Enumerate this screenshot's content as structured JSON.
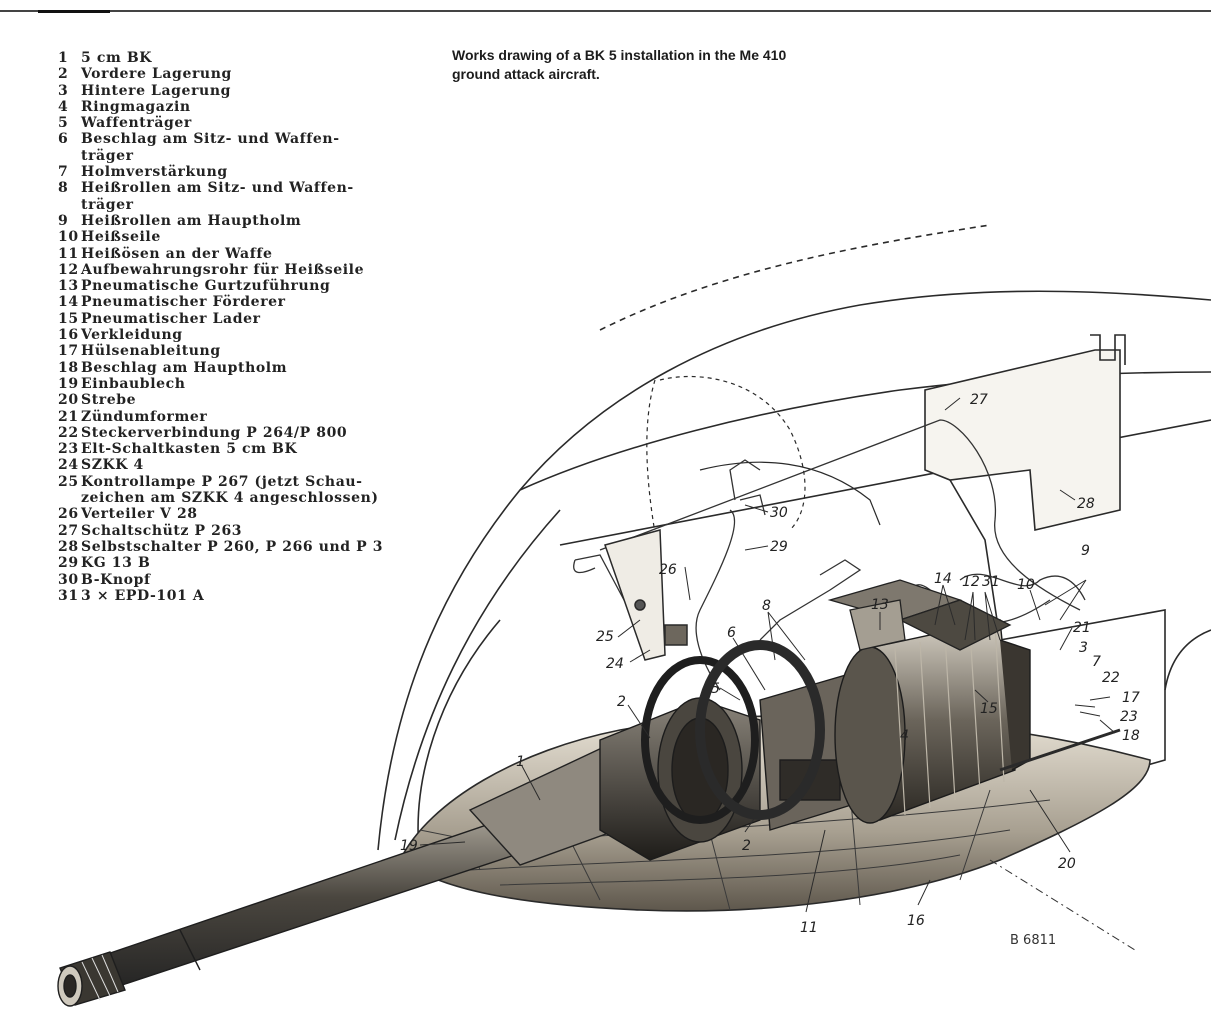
{
  "legend": [
    {
      "num": "1",
      "text": "5 cm BK"
    },
    {
      "num": "2",
      "text": "Vordere Lagerung"
    },
    {
      "num": "3",
      "text": "Hintere Lagerung"
    },
    {
      "num": "4",
      "text": "Ringmagazin"
    },
    {
      "num": "5",
      "text": "Waffenträger"
    },
    {
      "num": "6",
      "text": "Beschlag am Sitz- und Waffen-"
    },
    {
      "num": "",
      "text": "träger"
    },
    {
      "num": "7",
      "text": "Holmverstärkung"
    },
    {
      "num": "8",
      "text": "Heißrollen am Sitz- und Waffen-"
    },
    {
      "num": "",
      "text": "träger"
    },
    {
      "num": "9",
      "text": "Heißrollen am Hauptholm"
    },
    {
      "num": "10",
      "text": "Heißseile"
    },
    {
      "num": "11",
      "text": "Heißösen an der Waffe"
    },
    {
      "num": "12",
      "text": "Aufbewahrungsrohr für Heißseile"
    },
    {
      "num": "13",
      "text": "Pneumatische Gurtzuführung"
    },
    {
      "num": "14",
      "text": "Pneumatischer Förderer"
    },
    {
      "num": "15",
      "text": "Pneumatischer Lader"
    },
    {
      "num": "16",
      "text": "Verkleidung"
    },
    {
      "num": "17",
      "text": "Hülsenableitung"
    },
    {
      "num": "18",
      "text": "Beschlag am Hauptholm"
    },
    {
      "num": "19",
      "text": "Einbaublech"
    },
    {
      "num": "20",
      "text": "Strebe"
    },
    {
      "num": "21",
      "text": "Zündumformer"
    },
    {
      "num": "22",
      "text": "Steckerverbindung P 264/P 800"
    },
    {
      "num": "23",
      "text": "Elt-Schaltkasten 5 cm BK"
    },
    {
      "num": "24",
      "text": "SZKK 4"
    },
    {
      "num": "25",
      "text": "Kontrollampe P 267 (jetzt Schau-"
    },
    {
      "num": "",
      "text": "zeichen am SZKK 4 angeschlossen)"
    },
    {
      "num": "26",
      "text": "Verteiler V 28"
    },
    {
      "num": "27",
      "text": "Schaltschütz P 263"
    },
    {
      "num": "28",
      "text": "Selbstschalter P 260, P 266 und P 3"
    },
    {
      "num": "29",
      "text": "KG 13 B"
    },
    {
      "num": "30",
      "text": "B-Knopf"
    },
    {
      "num": "31",
      "text": "3 × EPD-101 A"
    }
  ],
  "caption": {
    "line1": "Works drawing of a BK 5 installation in the Me 410",
    "line2": "ground attack aircraft."
  },
  "callouts": {
    "c1": "1",
    "c2a": "2",
    "c2b": "2",
    "c3": "3",
    "c4": "4",
    "c5": "5",
    "c6": "6",
    "c7": "7",
    "c8": "8",
    "c9": "9",
    "c10": "10",
    "c11": "11",
    "c12": "12",
    "c13": "13",
    "c14": "14",
    "c15": "15",
    "c16": "16",
    "c17": "17",
    "c18": "18",
    "c19": "19",
    "c20": "20",
    "c21": "21",
    "c22": "22",
    "c23": "23",
    "c24": "24",
    "c25": "25",
    "c26": "26",
    "c27": "27",
    "c28": "28",
    "c29": "29",
    "c30": "30",
    "c31": "31"
  },
  "drawing_mark": "B 6811"
}
